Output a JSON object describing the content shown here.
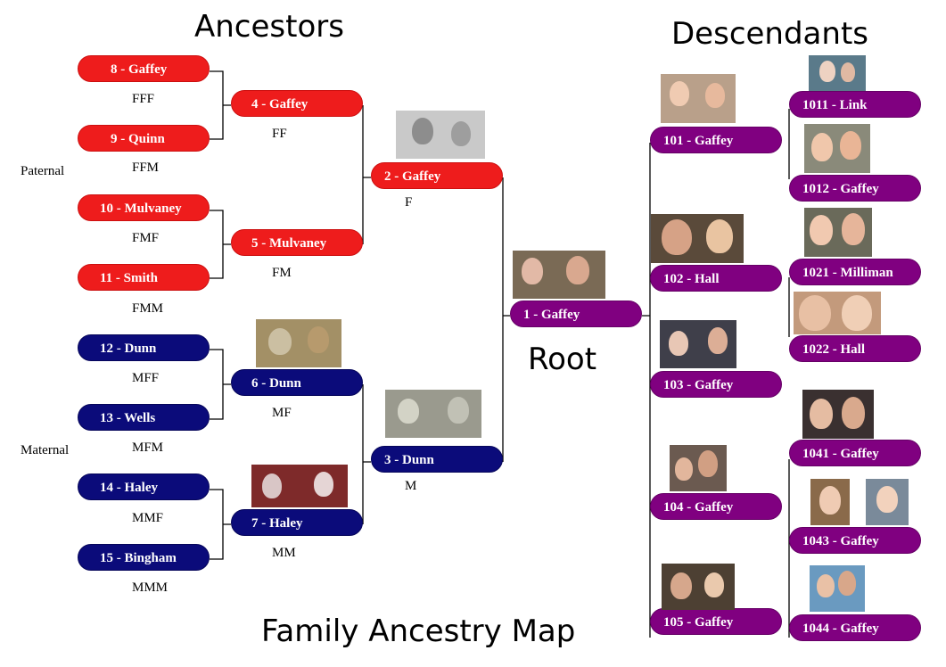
{
  "headings": {
    "ancestors": "Ancestors",
    "descendants": "Descendants",
    "root": "Root",
    "footer": "Family Ancestry Map"
  },
  "sides": {
    "paternal": "Paternal",
    "maternal": "Maternal"
  },
  "colors": {
    "paternal": "#ee1c1c",
    "maternal": "#0b0b7a",
    "descendant": "#800080"
  },
  "root": {
    "label": "1 - Gaffey"
  },
  "parents": [
    {
      "label": "2 - Gaffey",
      "code": "F"
    },
    {
      "label": "3 - Dunn",
      "code": "M"
    }
  ],
  "grandparents": [
    {
      "label": "4 - Gaffey",
      "code": "FF"
    },
    {
      "label": "5 - Mulvaney",
      "code": "FM"
    },
    {
      "label": "6 - Dunn",
      "code": "MF"
    },
    {
      "label": "7 - Haley",
      "code": "MM"
    }
  ],
  "great_grandparents": [
    {
      "label": "8 - Gaffey",
      "code": "FFF"
    },
    {
      "label": "9 - Quinn",
      "code": "FFM"
    },
    {
      "label": "10 - Mulvaney",
      "code": "FMF"
    },
    {
      "label": "11 - Smith",
      "code": "FMM"
    },
    {
      "label": "12 - Dunn",
      "code": "MFF"
    },
    {
      "label": "13 - Wells",
      "code": "MFM"
    },
    {
      "label": "14 - Haley",
      "code": "MMF"
    },
    {
      "label": "15 - Bingham",
      "code": "MMM"
    }
  ],
  "children": [
    {
      "label": "101 - Gaffey"
    },
    {
      "label": "102 - Hall"
    },
    {
      "label": "103 - Gaffey"
    },
    {
      "label": "104 - Gaffey"
    },
    {
      "label": "105 - Gaffey"
    }
  ],
  "grandchildren": [
    {
      "label": "1011 - Link"
    },
    {
      "label": "1012 - Gaffey"
    },
    {
      "label": "1021 - Milliman"
    },
    {
      "label": "1022 - Hall"
    },
    {
      "label": "1041 - Gaffey"
    },
    {
      "label": "1043 - Gaffey"
    },
    {
      "label": "1044 - Gaffey"
    }
  ]
}
